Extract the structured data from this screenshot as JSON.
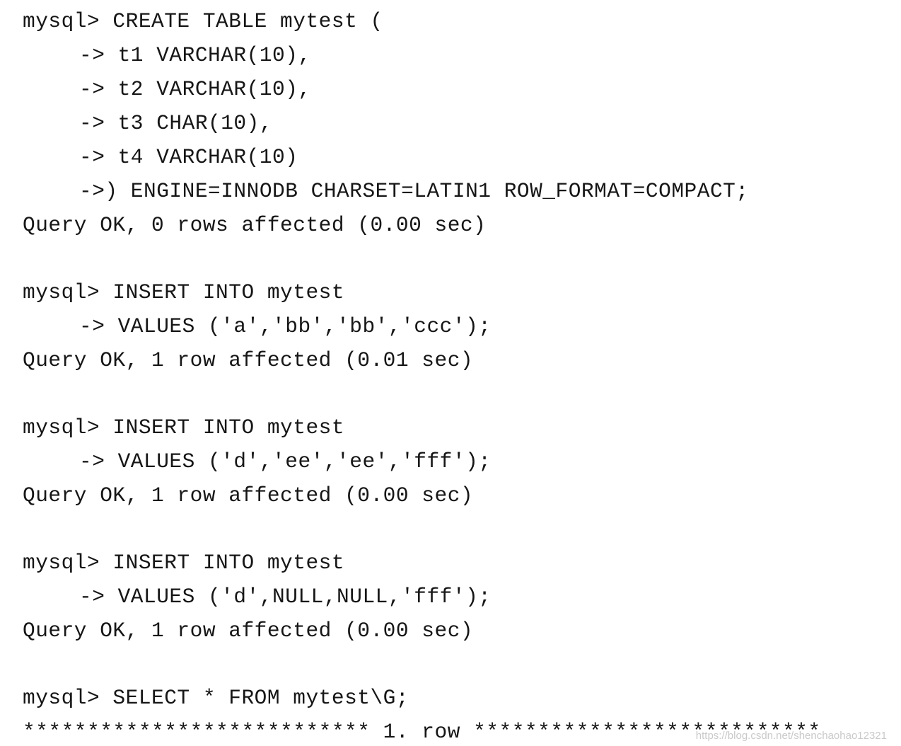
{
  "terminal": {
    "lines": [
      "mysql> CREATE TABLE mytest (",
      "-> t1 VARCHAR(10),",
      "-> t2 VARCHAR(10),",
      "-> t3 CHAR(10),",
      "-> t4 VARCHAR(10)",
      "->) ENGINE=INNODB CHARSET=LATIN1 ROW_FORMAT=COMPACT;",
      "Query OK, 0 rows affected (0.00 sec)",
      "",
      "mysql> INSERT INTO mytest",
      "-> VALUES ('a','bb','bb','ccc');",
      "Query OK, 1 row affected (0.01 sec)",
      "",
      "mysql> INSERT INTO mytest",
      "-> VALUES ('d','ee','ee','fff');",
      "Query OK, 1 row affected (0.00 sec)",
      "",
      "mysql> INSERT INTO mytest",
      "-> VALUES ('d',NULL,NULL,'fff');",
      "Query OK, 1 row affected (0.00 sec)",
      "",
      "mysql> SELECT * FROM mytest\\G;",
      "*************************** 1. row ***************************"
    ]
  },
  "watermark": {
    "text": "https://blog.csdn.net/shenchaohao12321"
  }
}
